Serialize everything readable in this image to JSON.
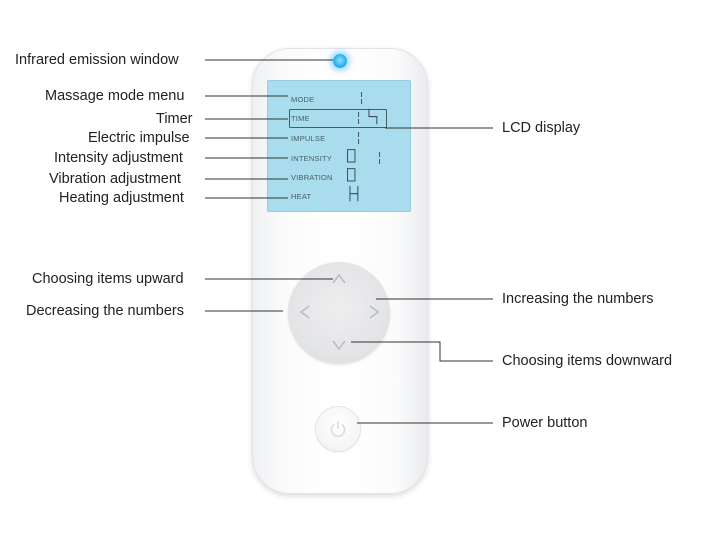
{
  "labels": {
    "infrared": "Infrared emission window",
    "massage_mode": "Massage mode menu",
    "timer": "Timer",
    "electric_impulse": "Electric impulse",
    "intensity": "Intensity adjustment",
    "vibration": "Vibration adjustment",
    "heating": "Heating adjustment",
    "lcd_display": "LCD display",
    "choose_up": "Choosing items upward",
    "decrease": "Decreasing the numbers",
    "increase": "Increasing the numbers",
    "choose_down": "Choosing items downward",
    "power": "Power button"
  },
  "lcd": {
    "mode": "MODE",
    "time": "TIME",
    "impulse": "IMPULSE",
    "intensity": "INTENSITY",
    "vibration": "VIBRATION",
    "heat": "HEAT"
  },
  "colors": {
    "lcd_background": "#a9dcec",
    "ir_led": "#2fb3f0",
    "leader_lines": "#333333"
  },
  "icons": [
    "chevron-up-icon",
    "chevron-left-icon",
    "chevron-right-icon",
    "chevron-down-icon",
    "power-icon"
  ]
}
